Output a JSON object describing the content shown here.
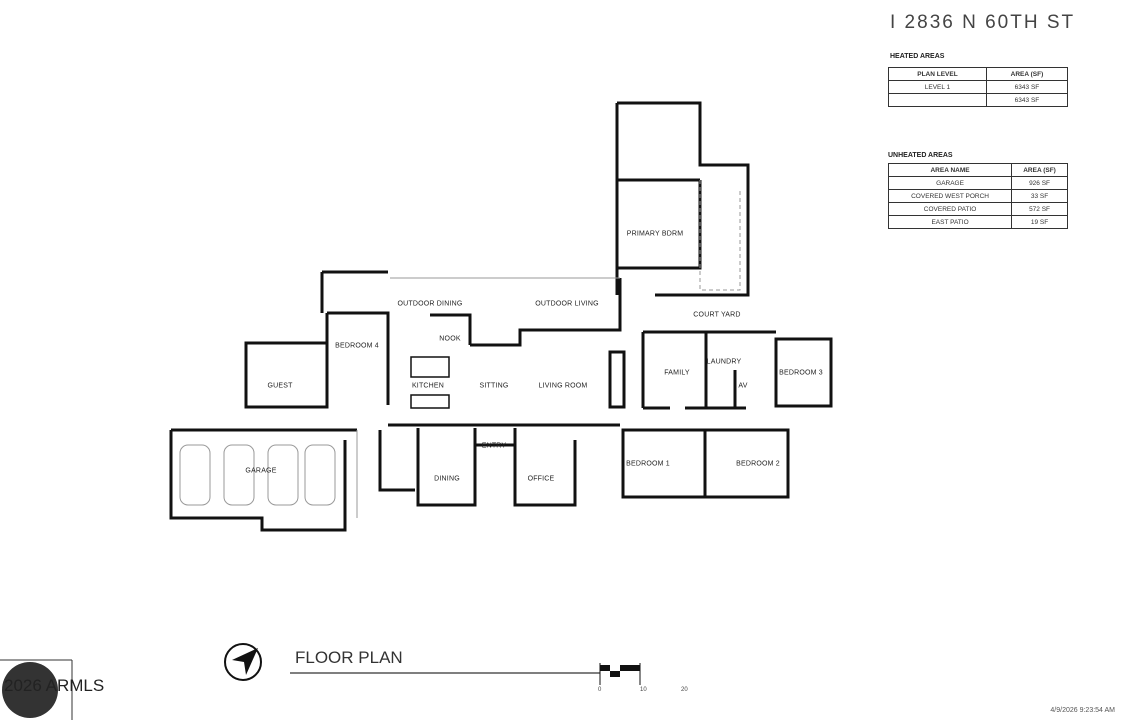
{
  "address": "I 2836 N 60TH ST",
  "heated_areas": {
    "title": "HEATED AREAS",
    "headers": [
      "PLAN LEVEL",
      "AREA (SF)"
    ],
    "rows": [
      [
        "LEVEL 1",
        "6343 SF"
      ],
      [
        "",
        "6343 SF"
      ]
    ]
  },
  "unheated_areas": {
    "title": "UNHEATED AREAS",
    "headers": [
      "AREA NAME",
      "AREA (SF)"
    ],
    "rows": [
      [
        "GARAGE",
        "926 SF"
      ],
      [
        "COVERED WEST PORCH",
        "33 SF"
      ],
      [
        "COVERED PATIO",
        "572 SF"
      ],
      [
        "EAST PATIO",
        "19 SF"
      ]
    ]
  },
  "rooms": {
    "primary_bdrm": "PRIMARY BDRM",
    "outdoor_dining": "OUTDOOR DINING",
    "outdoor_living": "OUTDOOR LIVING",
    "court_yard": "COURT YARD",
    "bedroom4": "BEDROOM 4",
    "nook": "NOOK",
    "guest": "GUEST",
    "kitchen": "KITCHEN",
    "sitting": "SITTING",
    "living_room": "LIVING ROOM",
    "family": "FAMILY",
    "laundry": "LAUNDRY",
    "av": "AV",
    "bedroom3": "BEDROOM 3",
    "garage": "GARAGE",
    "entry": "ENTRY",
    "dining": "DINING",
    "office": "OFFICE",
    "bedroom1": "BEDROOM 1",
    "bedroom2": "BEDROOM 2"
  },
  "footer": {
    "title": "FLOOR PLAN",
    "scale_labels": [
      "0",
      "10",
      "20"
    ],
    "north_icon": "north-arrow-icon",
    "watermark": "2026 ARMLS",
    "timestamp": "4/9/2026 9:23:54 AM"
  },
  "colors": {
    "wall": "#111111",
    "light_line": "#999999",
    "background": "#ffffff"
  }
}
